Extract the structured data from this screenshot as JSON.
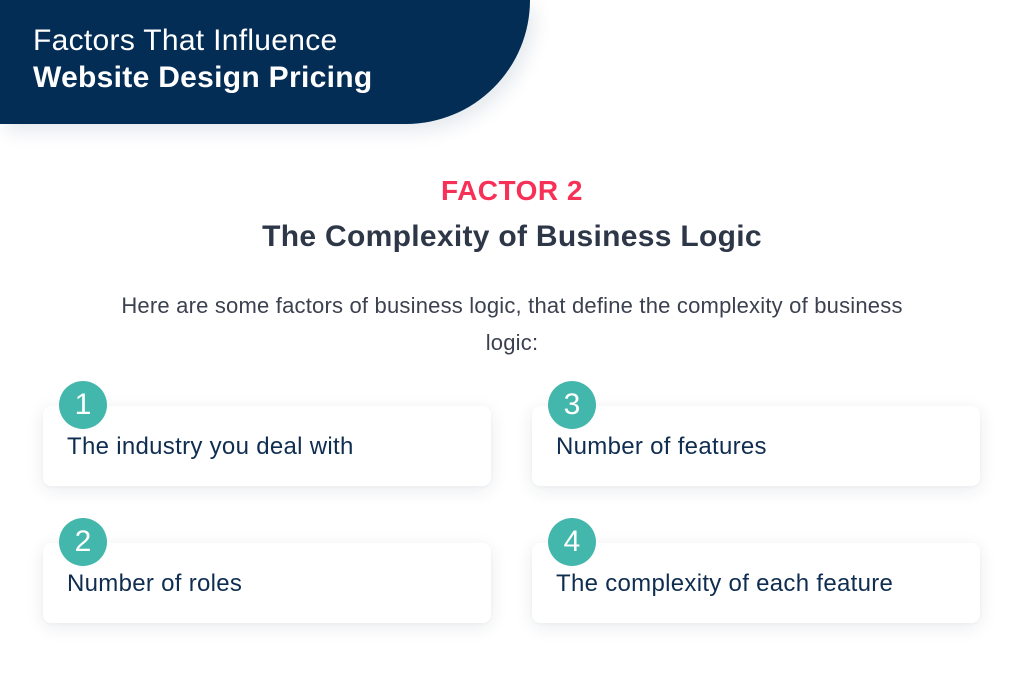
{
  "header": {
    "line1": "Factors That Influence",
    "line2": "Website Design Pricing"
  },
  "factor": {
    "label": "FACTOR 2",
    "title": "The Complexity of Business Logic",
    "intro": "Here are some factors of business logic, that define the complexity of business logic:"
  },
  "items": [
    {
      "number": "1",
      "text": "The industry you deal with"
    },
    {
      "number": "2",
      "text": "Number of roles"
    },
    {
      "number": "3",
      "text": "Number of features"
    },
    {
      "number": "4",
      "text": "The complexity of each feature"
    }
  ],
  "colors": {
    "banner": "#032d55",
    "accent_red": "#f73057",
    "badge_teal": "#44b7ac",
    "title_dark": "#2d3748",
    "item_text": "#0f2d50"
  }
}
